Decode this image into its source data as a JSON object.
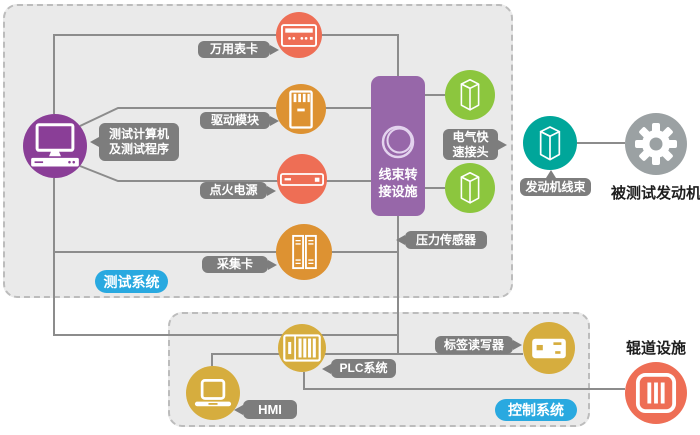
{
  "diagram": {
    "badges": {
      "test_system": "测试系统",
      "control_system": "控制系统"
    },
    "labels": {
      "computer_line1": "测试计算机",
      "computer_line2": "及测试程序",
      "multimeter_card": "万用表卡",
      "drive_module": "驱动模块",
      "ignition_power": "点火电源",
      "acquisition_card": "采集卡",
      "harness_transfer_line1": "线束转",
      "harness_transfer_line2": "接设施",
      "electric_quick_connector_line1": "电气快",
      "electric_quick_connector_line2": "速接头",
      "pressure_sensor": "压力传感器",
      "engine_harness": "发动机线束",
      "tested_engine": "被测试发动机",
      "tag_reader": "标签读写器",
      "plc_system": "PLC系统",
      "hmi": "HMI",
      "roller_facility": "辊道设施"
    },
    "colors": {
      "purple_circle": "#8a3e97",
      "purple_rect": "#9767a9",
      "coral": "#ee6e55",
      "orange": "#dd9232",
      "gold": "#d6ad3e",
      "green": "#8cc63e",
      "teal": "#00a69a",
      "gray_circle": "#9ba1a3",
      "bubble_gray": "#7d7d7d",
      "badge_blue": "#29a9e0",
      "line_gray": "#8c8c8c",
      "box_fill": "#eaeaea"
    }
  }
}
